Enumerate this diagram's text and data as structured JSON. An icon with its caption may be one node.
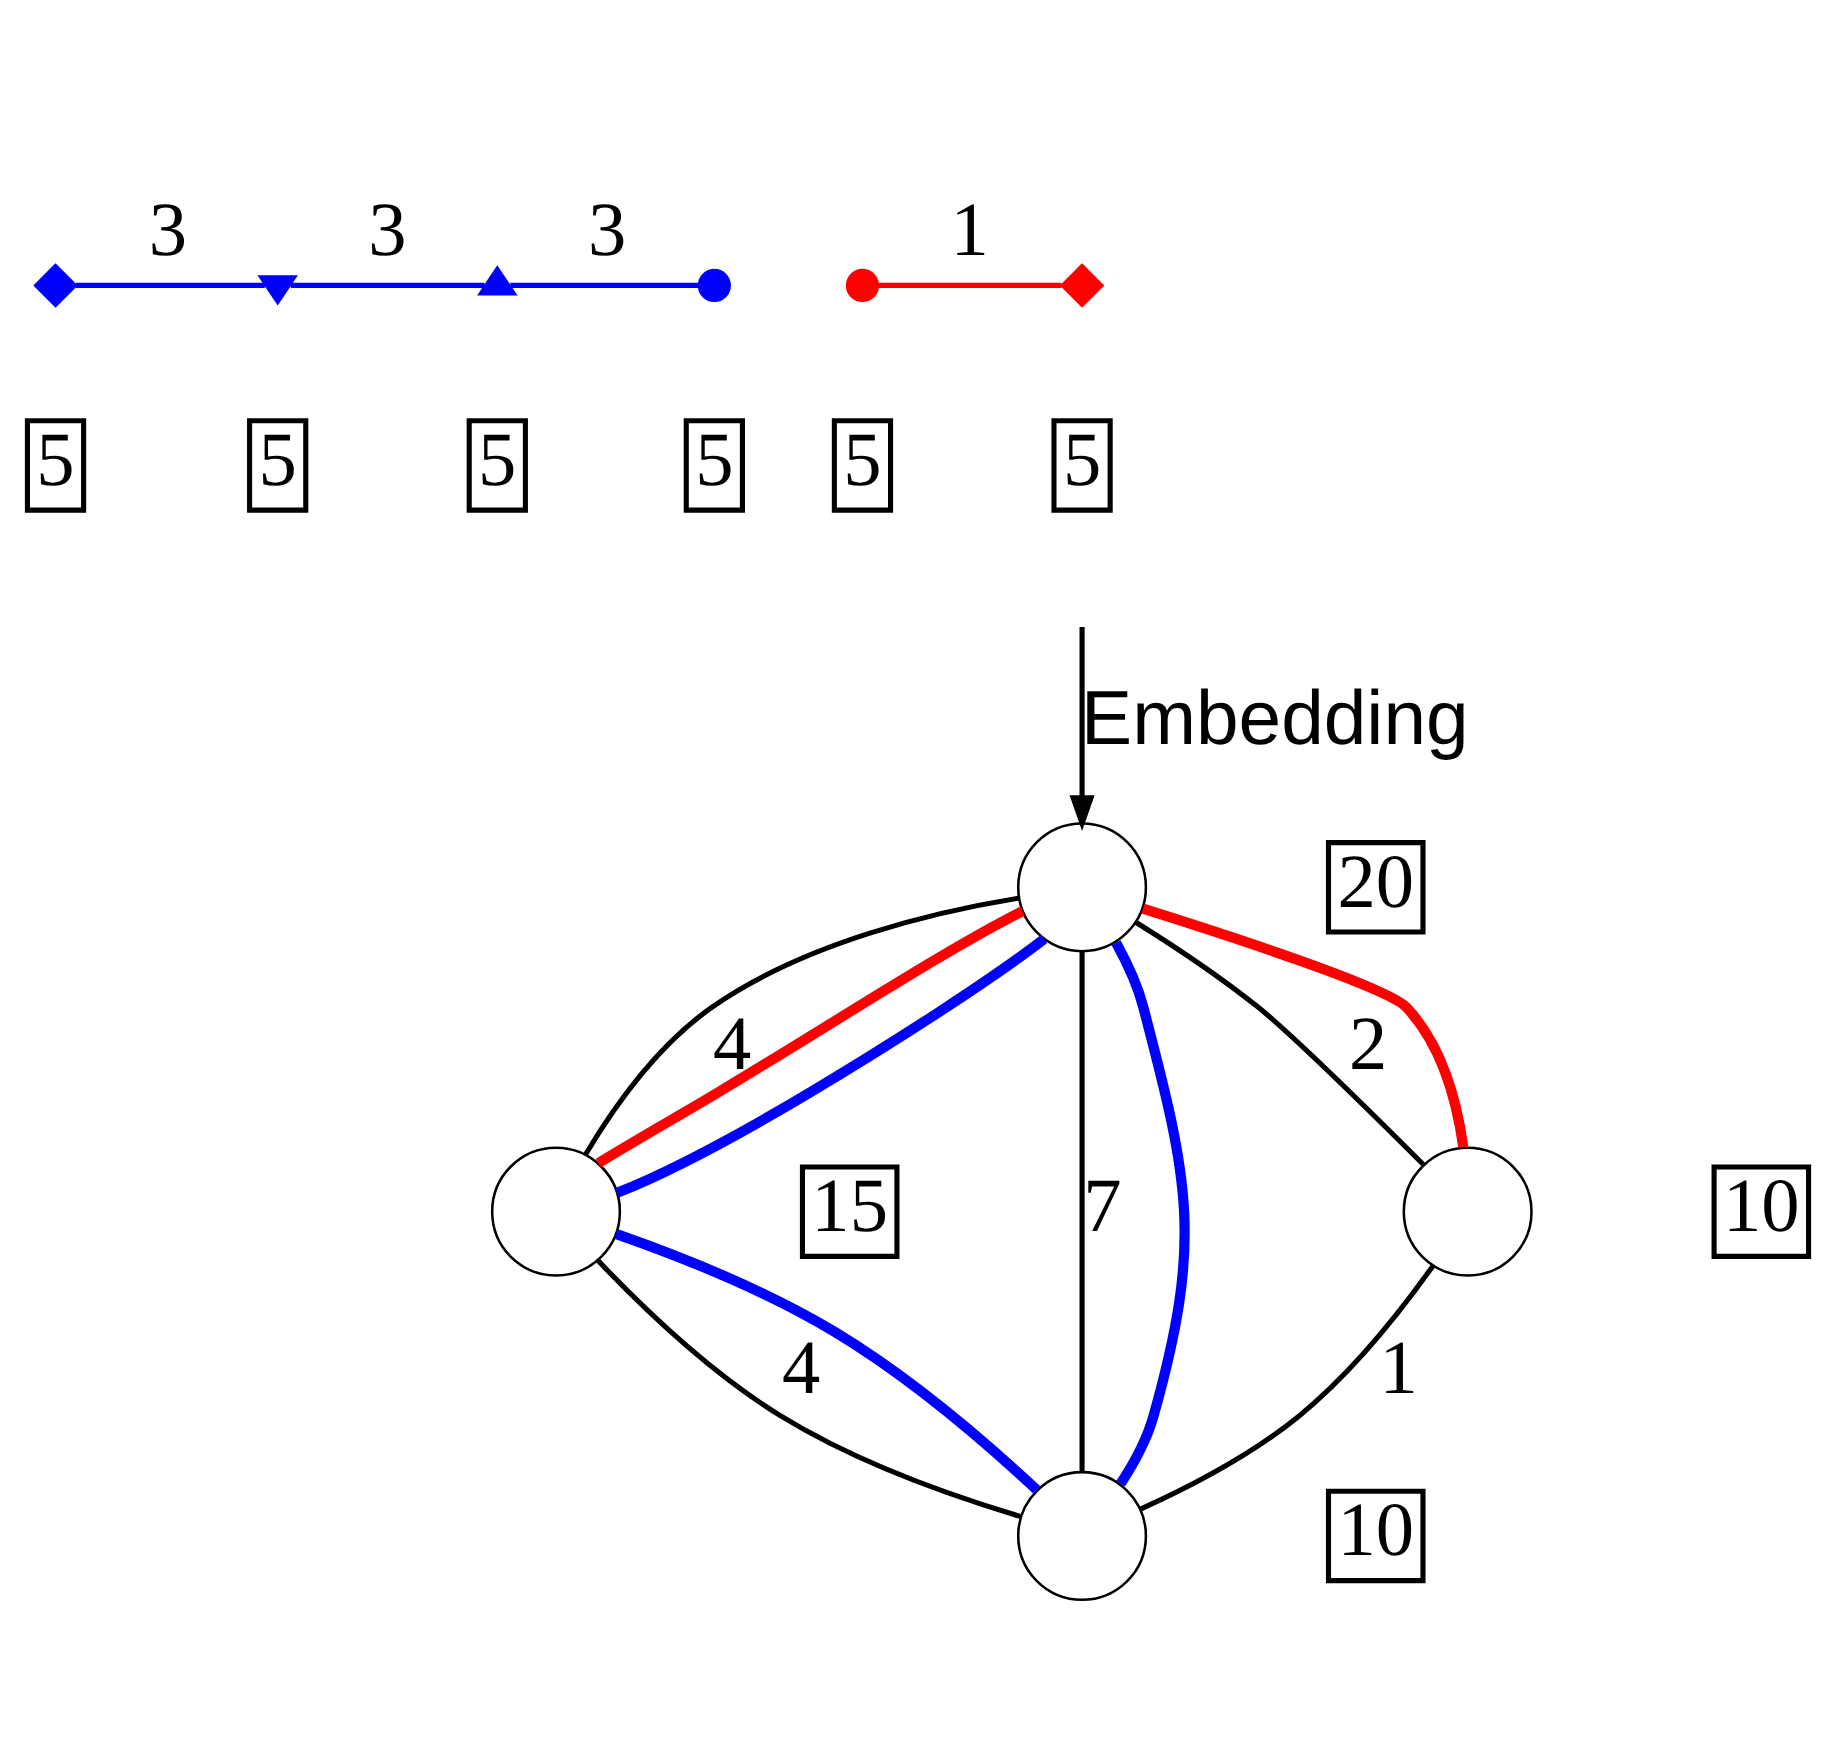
{
  "diagram": {
    "nodes": [
      {
        "text": [],
        "shape": "diamond",
        "beside": [
          "5"
        ]
      },
      {
        "text": [],
        "shape": "triangle",
        "beside": [
          "5"
        ]
      },
      {
        "text": [],
        "shape": "triangle",
        "beside": [
          "5"
        ]
      },
      {
        "text": [],
        "shape": "circle",
        "beside": [
          "5"
        ]
      },
      {
        "text": [],
        "shape": "circle",
        "beside": [
          "5"
        ]
      },
      {
        "text": [],
        "shape": "diamond",
        "beside": [
          "5"
        ]
      },
      {
        "text": [],
        "shape": "circle",
        "beside": [
          "20"
        ]
      },
      {
        "text": [],
        "shape": "circle",
        "beside": [
          "15"
        ]
      },
      {
        "text": [],
        "shape": "circle",
        "beside": [
          "10"
        ]
      },
      {
        "text": [],
        "shape": "circle",
        "beside": [
          "10"
        ]
      }
    ],
    "edges": [
      {
        "from": 0,
        "to": 1,
        "arrow": "none",
        "label": "3",
        "color": "#0000ff"
      },
      {
        "from": 1,
        "to": 2,
        "arrow": "none",
        "label": "3",
        "color": "#0000ff"
      },
      {
        "from": 2,
        "to": 3,
        "arrow": "none",
        "label": "3",
        "color": "#0000ff"
      },
      {
        "from": 4,
        "to": 5,
        "arrow": "none",
        "label": "1",
        "color": "#ff0000"
      },
      {
        "from": null,
        "to": 6,
        "arrow": "to",
        "label": "Embedding",
        "color": "#000000"
      },
      {
        "from": 6,
        "to": 8,
        "arrow": "none",
        "label": "7",
        "color": "#000000"
      },
      {
        "from": 6,
        "to": 7,
        "arrow": "none",
        "label": "4",
        "color": "#000000"
      },
      {
        "from": 7,
        "to": 8,
        "arrow": "none",
        "label": "4",
        "color": "#000000"
      },
      {
        "from": 6,
        "to": 9,
        "arrow": "none",
        "label": "2",
        "color": "#000000"
      },
      {
        "from": 8,
        "to": 9,
        "arrow": "none",
        "label": "1",
        "color": "#000000"
      },
      {
        "from": 6,
        "to": 8,
        "arrow": "none",
        "color": "#0000ff",
        "style": "thick"
      },
      {
        "from": 8,
        "to": 7,
        "arrow": "none",
        "color": "#0000ff",
        "style": "thick"
      },
      {
        "from": 7,
        "to": 6,
        "arrow": "none",
        "color": "#0000ff",
        "style": "thick"
      },
      {
        "from": 6,
        "to": 7,
        "arrow": "none",
        "color": "#ff0000",
        "style": "thick"
      },
      {
        "from": 6,
        "to": 9,
        "arrow": "none",
        "color": "#ff0000",
        "style": "thick"
      }
    ]
  }
}
